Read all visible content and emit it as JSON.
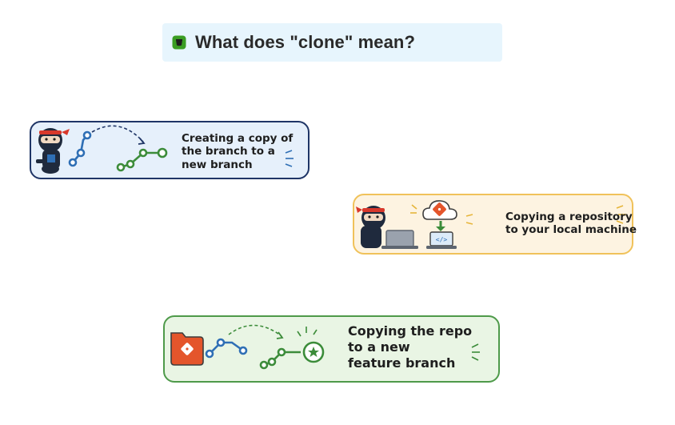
{
  "question": {
    "icon": "quiz-badge-icon",
    "text": "What does \"clone\" mean?"
  },
  "options": [
    {
      "id": "a",
      "lines": [
        "Creating a copy of",
        "the branch to a",
        "new branch"
      ],
      "accent": "#1f3566",
      "background": "#e6f0fb"
    },
    {
      "id": "b",
      "lines": [
        "Copying a repository",
        "to your local machine"
      ],
      "accent": "#f0c25a",
      "background": "#fdf3e1"
    },
    {
      "id": "c",
      "lines": [
        "Copying the repo",
        "to a new",
        "feature branch"
      ],
      "accent": "#4e9a4a",
      "background": "#e9f5e4"
    }
  ],
  "colors": {
    "question_bg": "#e7f5fd",
    "badge": "#3a9d23"
  }
}
